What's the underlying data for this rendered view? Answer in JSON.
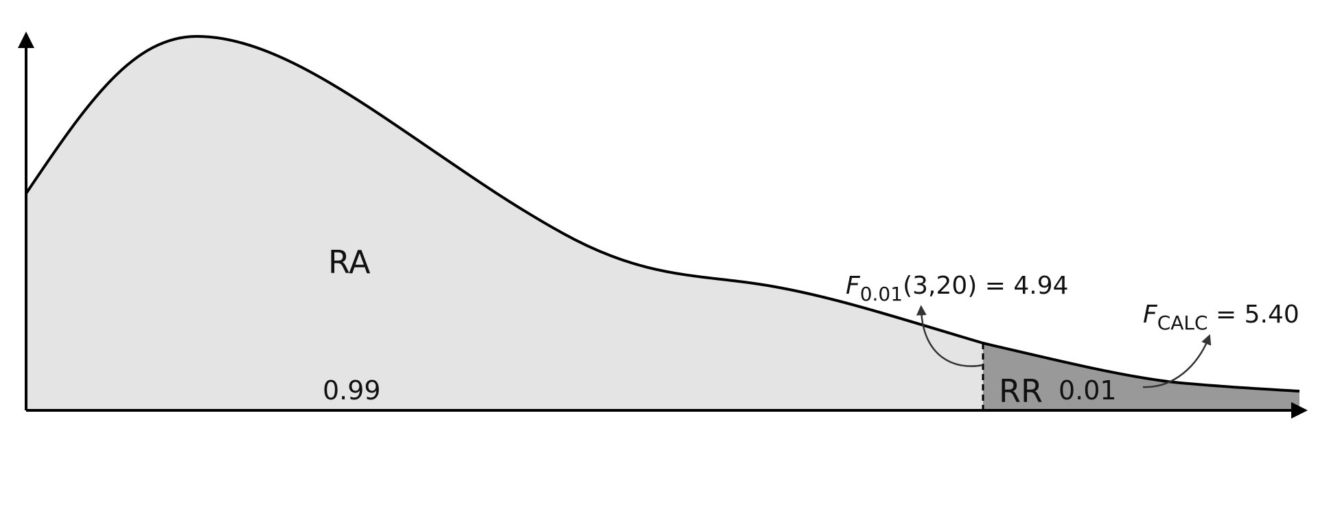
{
  "regions": {
    "acceptance": {
      "label": "RA",
      "probability": "0.99",
      "fill": "#e4e4e4"
    },
    "rejection": {
      "label": "RR",
      "probability": "0.01",
      "fill": "#999999"
    }
  },
  "critical_value": {
    "symbol": "F",
    "subscript": "0.01",
    "args": "(3,20)",
    "equals": " = ",
    "value": "4.94"
  },
  "calculated_value": {
    "symbol": "F",
    "subscript": "CALC",
    "equals": " = ",
    "value": "5.40"
  },
  "colors": {
    "curve": "#000000",
    "pointer": "#333333"
  }
}
